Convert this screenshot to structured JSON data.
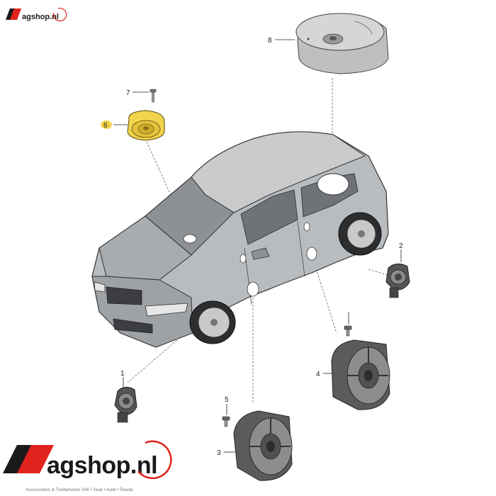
{
  "logo": {
    "wordmark": "agshop.nl",
    "tagline": "Accessoires & Toebehoren VW • Seat • Audi • Škoda"
  },
  "parts": [
    {
      "id": "1",
      "label": "1"
    },
    {
      "id": "2",
      "label": "2"
    },
    {
      "id": "3",
      "label": "3"
    },
    {
      "id": "4",
      "label": "4"
    },
    {
      "id": "5a",
      "label": "5"
    },
    {
      "id": "5b",
      "label": "5"
    },
    {
      "id": "6",
      "label": "6",
      "highlighted": true,
      "highlight_color": "#f2d44b"
    },
    {
      "id": "7",
      "label": "7"
    },
    {
      "id": "8",
      "label": "8"
    }
  ],
  "colors": {
    "brand_red": "#e0231c",
    "brand_dark": "#1a1a1a",
    "car_body": "#b9bcbf"
  }
}
